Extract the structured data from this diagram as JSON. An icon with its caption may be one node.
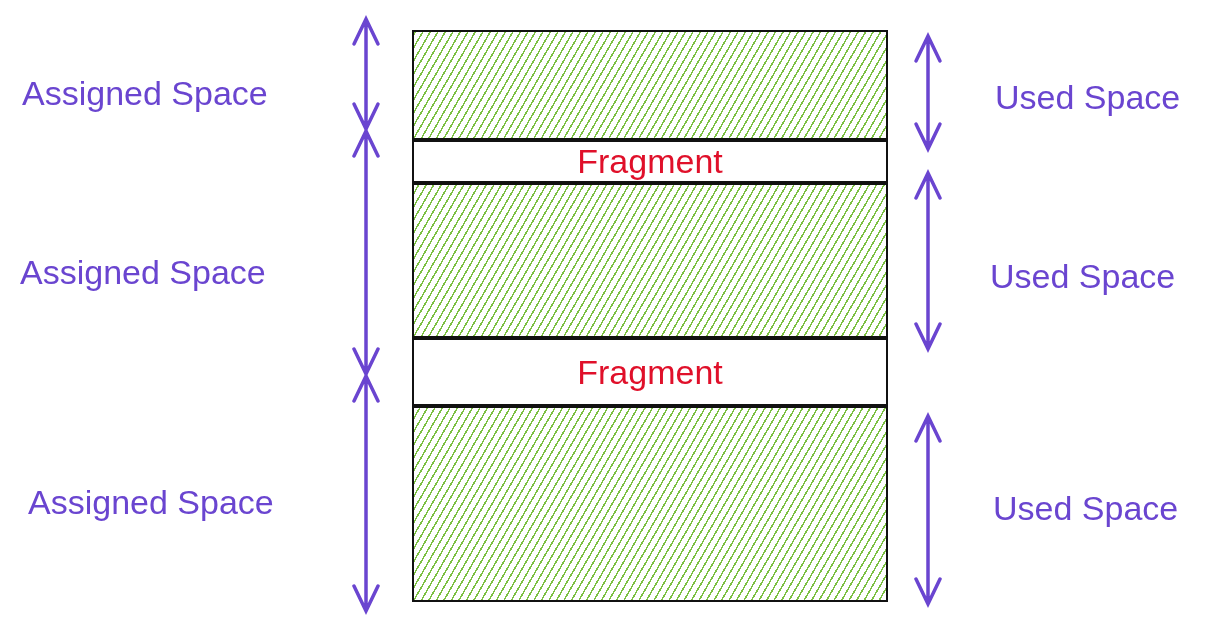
{
  "diagram": {
    "nodes": [
      {
        "text": [],
        "shape": "box"
      },
      {
        "text": [
          "Fragment"
        ]
      },
      {
        "text": [],
        "shape": "box"
      },
      {
        "text": [
          "Fragment"
        ]
      },
      {
        "text": [],
        "shape": "box"
      }
    ],
    "labels": [
      "Assigned Space",
      "Used Space",
      "Assigned Space",
      "Used Space",
      "Assigned Space",
      "Used Space"
    ]
  }
}
